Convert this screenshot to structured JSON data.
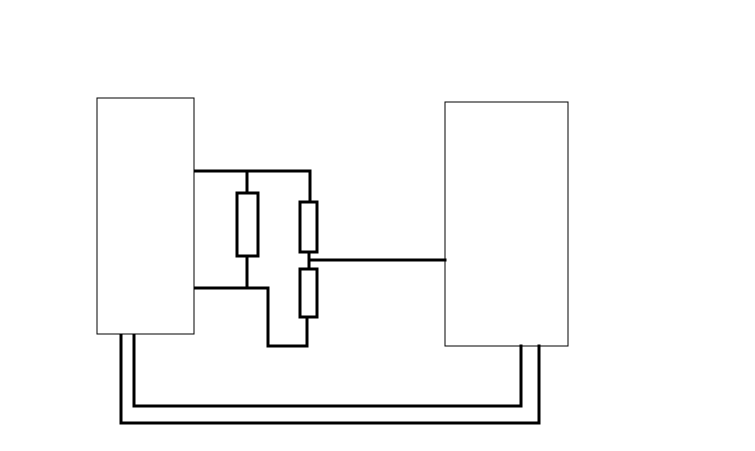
{
  "diagram": {
    "background_color": "#ffffff",
    "stroke_color": "#000000",
    "blocks": [
      {
        "id": "left-block",
        "label": ""
      },
      {
        "id": "right-block",
        "label": ""
      }
    ],
    "resistors": [
      {
        "id": "resistor-left",
        "label": ""
      },
      {
        "id": "resistor-upper-right",
        "label": ""
      },
      {
        "id": "resistor-lower-right",
        "label": ""
      }
    ],
    "wires": [
      {
        "id": "top-bus-wire"
      },
      {
        "id": "left-resistor-top-lead"
      },
      {
        "id": "left-resistor-bottom-lead"
      },
      {
        "id": "bottom-bus-wire"
      },
      {
        "id": "upper-right-resistor-top-lead"
      },
      {
        "id": "midpoint-junction-wire"
      },
      {
        "id": "signal-wire-to-right-block"
      },
      {
        "id": "lower-right-resistor-bottom-lead"
      },
      {
        "id": "loop-wire"
      },
      {
        "id": "inner-bottom-loop-wire"
      },
      {
        "id": "outer-bottom-loop-wire"
      }
    ]
  }
}
